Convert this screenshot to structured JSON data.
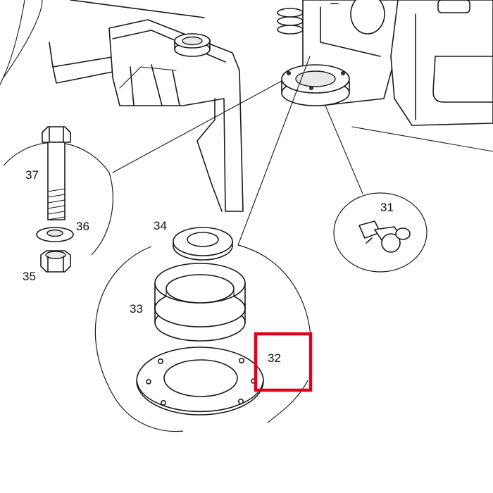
{
  "diagram": {
    "labels": {
      "p31": "31",
      "p32": "32",
      "p33": "33",
      "p34": "34",
      "p35": "35",
      "p36": "36",
      "p37": "37"
    },
    "highlighted_part": "32",
    "highlight_color": "#e3001b",
    "line_color": "#1a1a1a",
    "background_color": "#ffffff"
  }
}
